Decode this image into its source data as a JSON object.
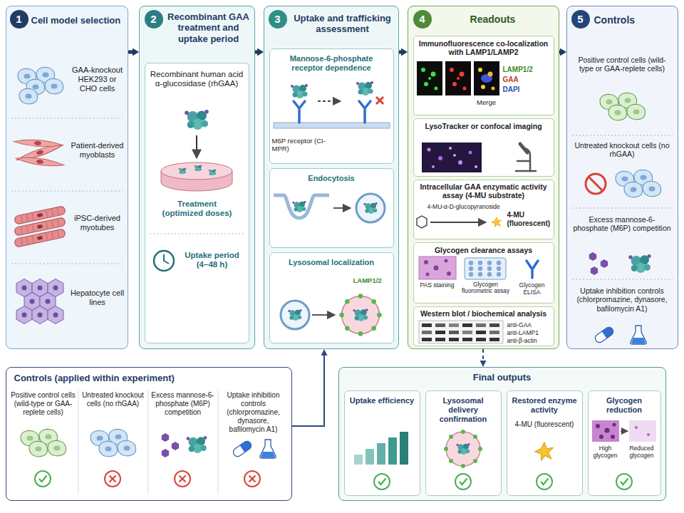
{
  "diagram": {
    "nodes": [
      {
        "text": [
          "1",
          "Cell model selection",
          "GAA-knockout HEK293 or CHO cells",
          "Patient-derived myoblasts",
          "iPSC-derived myotubes",
          "Hepatocyte cell lines"
        ]
      },
      {
        "text": [
          "2",
          "Recombinant GAA treatment and uptake period"
        ]
      },
      {
        "text": [
          "Recombinant human acid α-glucosidase (rhGAA)",
          "Treatment (optimized doses)",
          "Uptake period (4–48 h)"
        ],
        "in": 1
      },
      {
        "text": [
          "3",
          "Uptake and trafficking assessment"
        ]
      },
      {
        "text": [
          "Mannose-6-phosphate receptor dependence",
          "M6P receptor (CI-MPR)"
        ],
        "in": 3
      },
      {
        "text": [
          "Endocytosis"
        ],
        "in": 3
      },
      {
        "text": [
          "Lysosomal localization",
          "LAMP1/2"
        ],
        "in": 3
      },
      {
        "text": [
          "4",
          "Readouts"
        ]
      },
      {
        "text": [
          "Immunofluorescence co-localization with LAMP1/LAMP2",
          "LAMP1/2",
          "GAA",
          "DAPI",
          "Merge"
        ],
        "in": 7
      },
      {
        "text": [
          "LysoTracker or confocal imaging"
        ],
        "in": 7
      },
      {
        "text": [
          "Intracellular GAA enzymatic activity assay (4-MU substrate)",
          "4-MU-α-D-glucopyranoside",
          "4-MU (fluorescent)"
        ],
        "in": 7
      },
      {
        "text": [
          "Glycogen clearance assays",
          "PAS staining",
          "Glycogen fluorometric assay",
          "Glycogen ELISA"
        ],
        "in": 7
      },
      {
        "text": [
          "Western blot / biochemical analysis",
          "anti-GAA",
          "anti-LAMP1",
          "anti-β-actin"
        ],
        "in": 7
      },
      {
        "text": [
          "5",
          "Controls",
          "Positive control cells (wild-type or GAA-replete cells)",
          "Untreated knockout cells (no rhGAA)",
          "Excess mannose-6-phosphate (M6P) competition",
          "Uptake inhibition controls (chlorpromazine, dynasore, bafilomycin A1)"
        ]
      },
      {
        "text": [
          "Controls (applied within experiment)",
          "Positive control cells (wild-type or GAA-replete cells)",
          "Untreated knockout cells (no rhGAA)",
          "Excess mannose-6-phosphate (M6P) competition",
          "Uptake inhibition controls (chlorpromazine, dynasore, bafilomycin A1)"
        ]
      },
      {
        "text": [
          "Final outputs"
        ]
      },
      {
        "text": [
          "Uptake efficiency"
        ],
        "in": 15
      },
      {
        "text": [
          "Lysosomal delivery confirmation"
        ],
        "in": 15
      },
      {
        "text": [
          "Restored enzyme activity",
          "4-MU (fluorescent)"
        ],
        "in": 15
      },
      {
        "text": [
          "Glycogen reduction",
          "High glycogen",
          "Reduced glycogen"
        ],
        "in": 15
      }
    ],
    "edges": [
      {
        "from": 0,
        "to": 1,
        "arrow": "to"
      },
      {
        "from": 1,
        "to": 3,
        "arrow": "to"
      },
      {
        "from": 3,
        "to": 7,
        "arrow": "to"
      },
      {
        "from": 7,
        "to": 13,
        "arrow": "to"
      },
      {
        "from": 7,
        "to": 15,
        "arrow": "to"
      },
      {
        "from": 14,
        "to": 3,
        "arrow": "to"
      }
    ]
  }
}
